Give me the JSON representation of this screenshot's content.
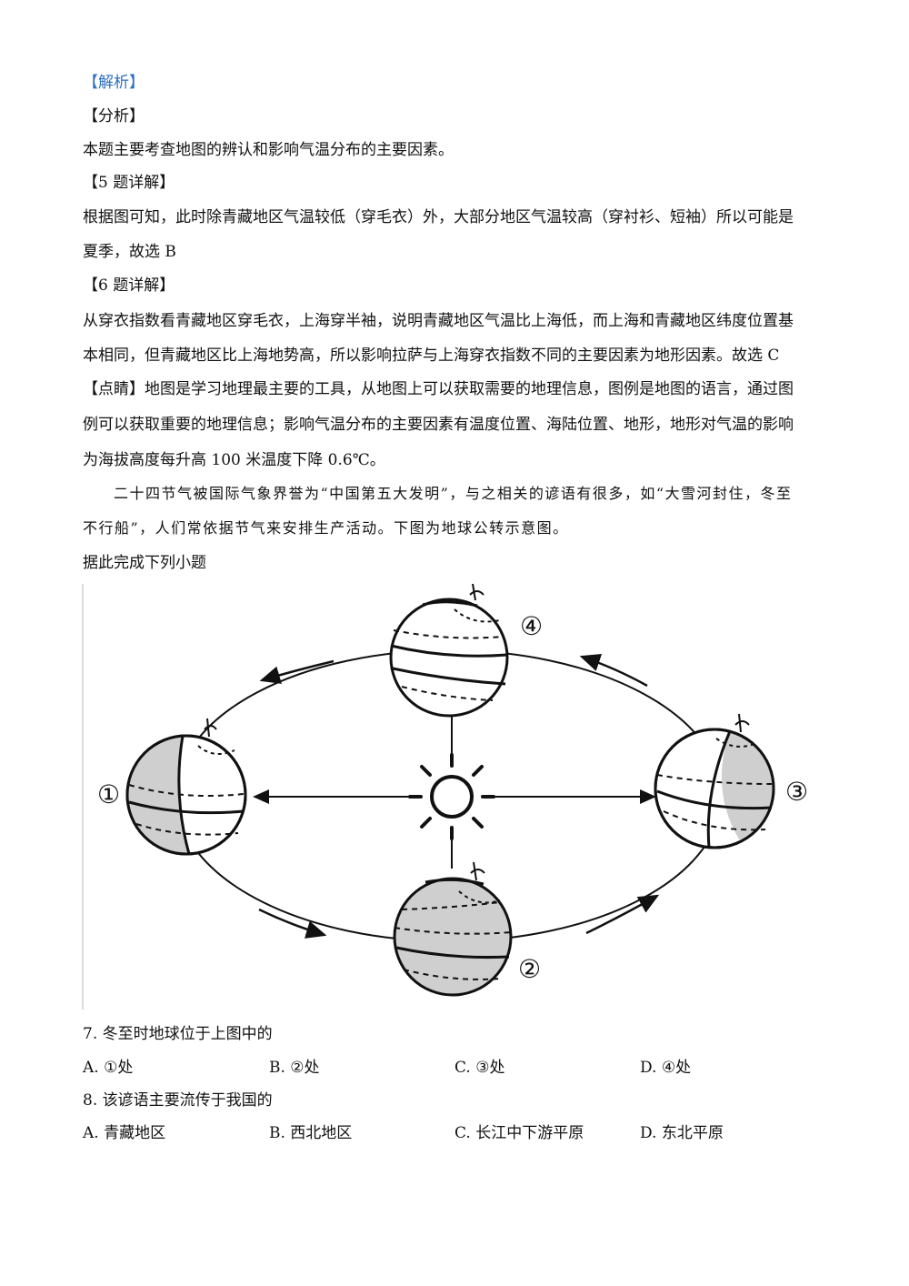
{
  "analysis": {
    "tag": "【解析】",
    "fenxi_tag": "【分析】",
    "fenxi_text": "本题主要考查地图的辨认和影响气温分布的主要因素。",
    "q5_tag": "【5 题详解】",
    "q5_line1": "根据图可知，此时除青藏地区气温较低（穿毛衣）外，大部分地区气温较高（穿衬衫、短袖）所以可能是",
    "q5_line2": "夏季，故选 B",
    "q6_tag": "【6 题详解】",
    "q6_line1": "从穿衣指数看青藏地区穿毛衣，上海穿半袖，说明青藏地区气温比上海低，而上海和青藏地区纬度位置基",
    "q6_line2": "本相同，但青藏地区比上海地势高，所以影响拉萨与上海穿衣指数不同的主要因素为地形因素。故选 C",
    "dianjing_line1": "【点睛】地图是学习地理最主要的工具，从地图上可以获取需要的地理信息，图例是地图的语言，通过图",
    "dianjing_line2": "例可以获取重要的地理信息；影响气温分布的主要因素有温度位置、海陆位置、地形，地形对气温的影响",
    "dianjing_line3": "为海拔高度每升高 100 米温度下降 0.6℃。"
  },
  "intro": {
    "line1": "二十四节气被国际气象界誉为“中国第五大发明”，与之相关的谚语有很多，如“大雪河封住，冬至",
    "line2": "不行船”，人们常依据节气来安排生产活动。下图为地球公转示意图。",
    "line3": "据此完成下列小题"
  },
  "figure_labels": {
    "pos1": "①",
    "pos2": "②",
    "pos3": "③",
    "pos4": "④"
  },
  "questions": [
    {
      "stem": "7.  冬至时地球位于上图中的",
      "options": [
        "A.  ①处",
        "B.  ②处",
        "C.  ③处",
        "D.  ④处"
      ]
    },
    {
      "stem": "8.  该谚语主要流传于我国的",
      "options": [
        "A.  青藏地区",
        "B.  西北地区",
        "C.  长江中下游平原",
        "D.  东北平原"
      ]
    }
  ]
}
